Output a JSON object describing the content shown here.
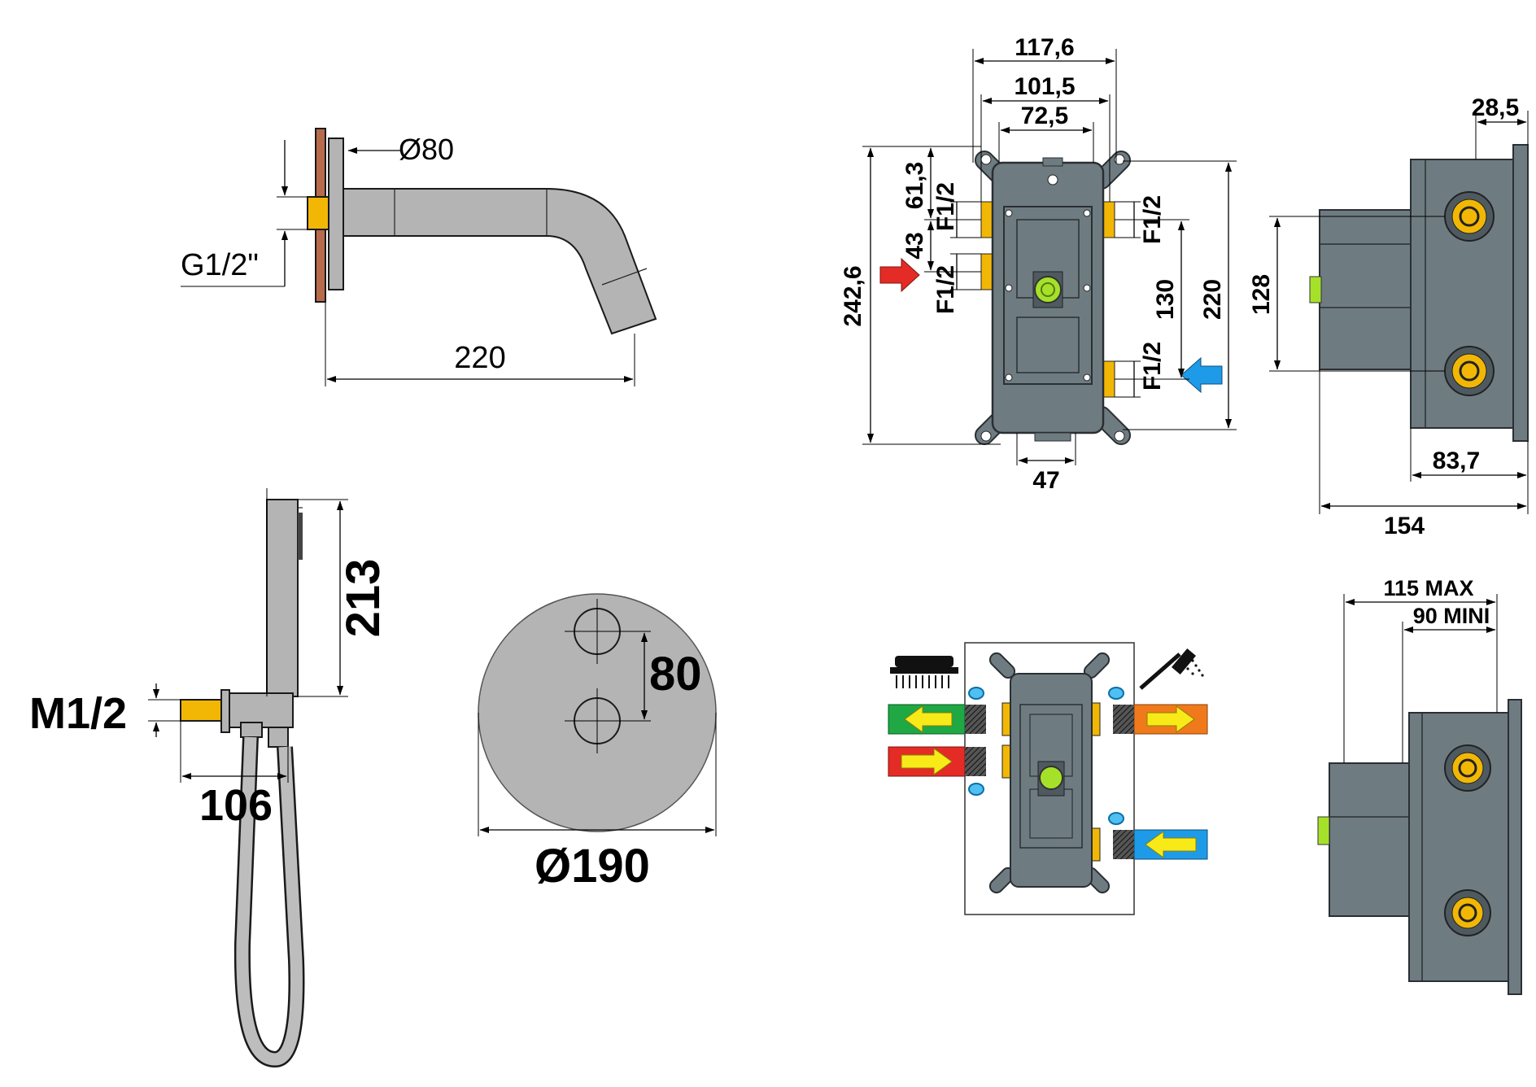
{
  "colors": {
    "metal": "#b4b4b4",
    "metal_dark": "#8a8a8a",
    "box": "#6e7c82",
    "box_dark": "#4f5a60",
    "brass": "#f2b705",
    "wall": "#b76a4c",
    "green_knob": "#a6e12a",
    "arrow_red": "#e52b25",
    "arrow_blue": "#1e9be8",
    "arrow_green": "#1fa844",
    "arrow_orange": "#f07a1b",
    "arrow_yellow": "#f8ea18"
  },
  "spout": {
    "dim_diameter": "Ø80",
    "dim_thread": "G1/2\"",
    "dim_length": "220"
  },
  "hand_shower": {
    "dim_height": "213",
    "dim_thread": "M1/2",
    "dim_depth": "106"
  },
  "plate": {
    "dim_spacing": "80",
    "dim_diameter": "Ø190"
  },
  "valve_front": {
    "dim_width_outer": "117,6",
    "dim_width_mid": "101,5",
    "dim_width_inner": "72,5",
    "dim_height_total": "242,6",
    "dim_top_offset": "61,3",
    "dim_port_gap": "43",
    "label_port_top_left": "F1/2",
    "label_port_bottom_left": "F1/2",
    "label_port_top_right": "F1/2",
    "label_port_bottom_right": "F1/2",
    "dim_port_spacing": "130",
    "dim_height_body": "220",
    "dim_bottom_width": "47"
  },
  "valve_side": {
    "dim_flange": "28,5",
    "dim_port_spacing": "128",
    "dim_body_depth": "83,7",
    "dim_total_depth": "154"
  },
  "valve_side_install": {
    "dim_max": "115 MAX",
    "dim_min": "90 MINI"
  }
}
